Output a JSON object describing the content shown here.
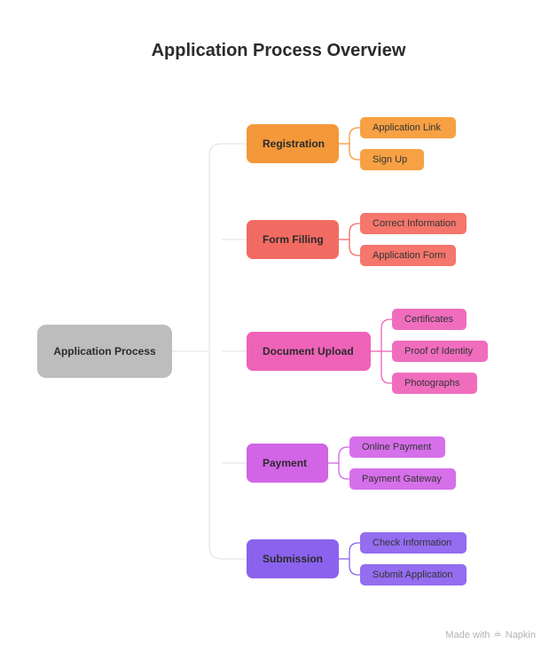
{
  "title": "Application Process Overview",
  "root": {
    "label": "Application Process",
    "color": "#bdbdbd"
  },
  "branches": [
    {
      "label": "Registration",
      "color": "#f4983a",
      "leaf_color": "#f7a144",
      "leaves": [
        "Application Link",
        "Sign Up"
      ]
    },
    {
      "label": "Form Filling",
      "color": "#f26b62",
      "leaf_color": "#f4766c",
      "leaves": [
        "Correct Information",
        "Application Form"
      ]
    },
    {
      "label": "Document Upload",
      "color": "#ee63b8",
      "leaf_color": "#f06dbe",
      "leaves": [
        "Certificates",
        "Proof of Identity",
        "Photographs"
      ]
    },
    {
      "label": "Payment",
      "color": "#d264e6",
      "leaf_color": "#d670ea",
      "leaves": [
        "Online Payment",
        "Payment Gateway"
      ]
    },
    {
      "label": "Submission",
      "color": "#8b62ee",
      "leaf_color": "#946df0",
      "leaves": [
        "Check Information",
        "Submit Application"
      ]
    }
  ],
  "footer": {
    "made_with": "Made with",
    "brand": "Napkin",
    "icon": "napkin-logo-icon"
  }
}
